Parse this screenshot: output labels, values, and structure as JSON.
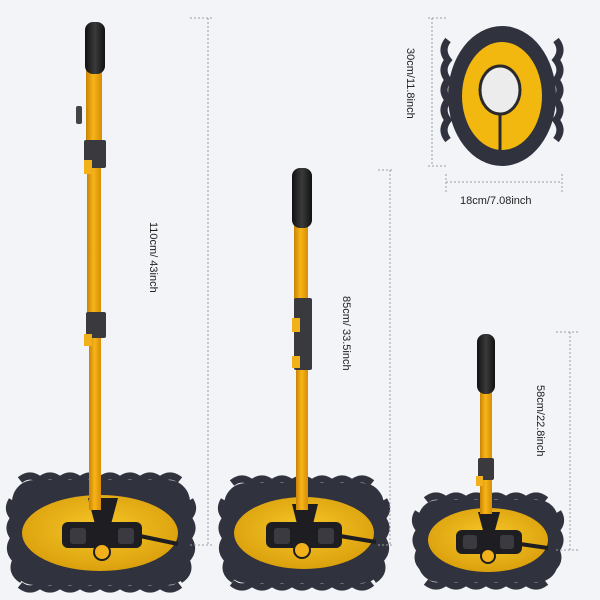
{
  "dimensions": {
    "long": "110cm/ 43inch",
    "medium": "85cm/ 33.5inch",
    "short": "58cm/22.8inch",
    "head_length": "30cm/11.8inch",
    "head_width": "18cm/7.08inch"
  },
  "colors": {
    "background": "#f2f4f7",
    "handle_yellow": "#f5a70c",
    "handle_dark": "#2a2a2a",
    "pad_yellow": "#f2c01a",
    "chenille": "#30323d",
    "dim_line": "#9aa0a6"
  }
}
